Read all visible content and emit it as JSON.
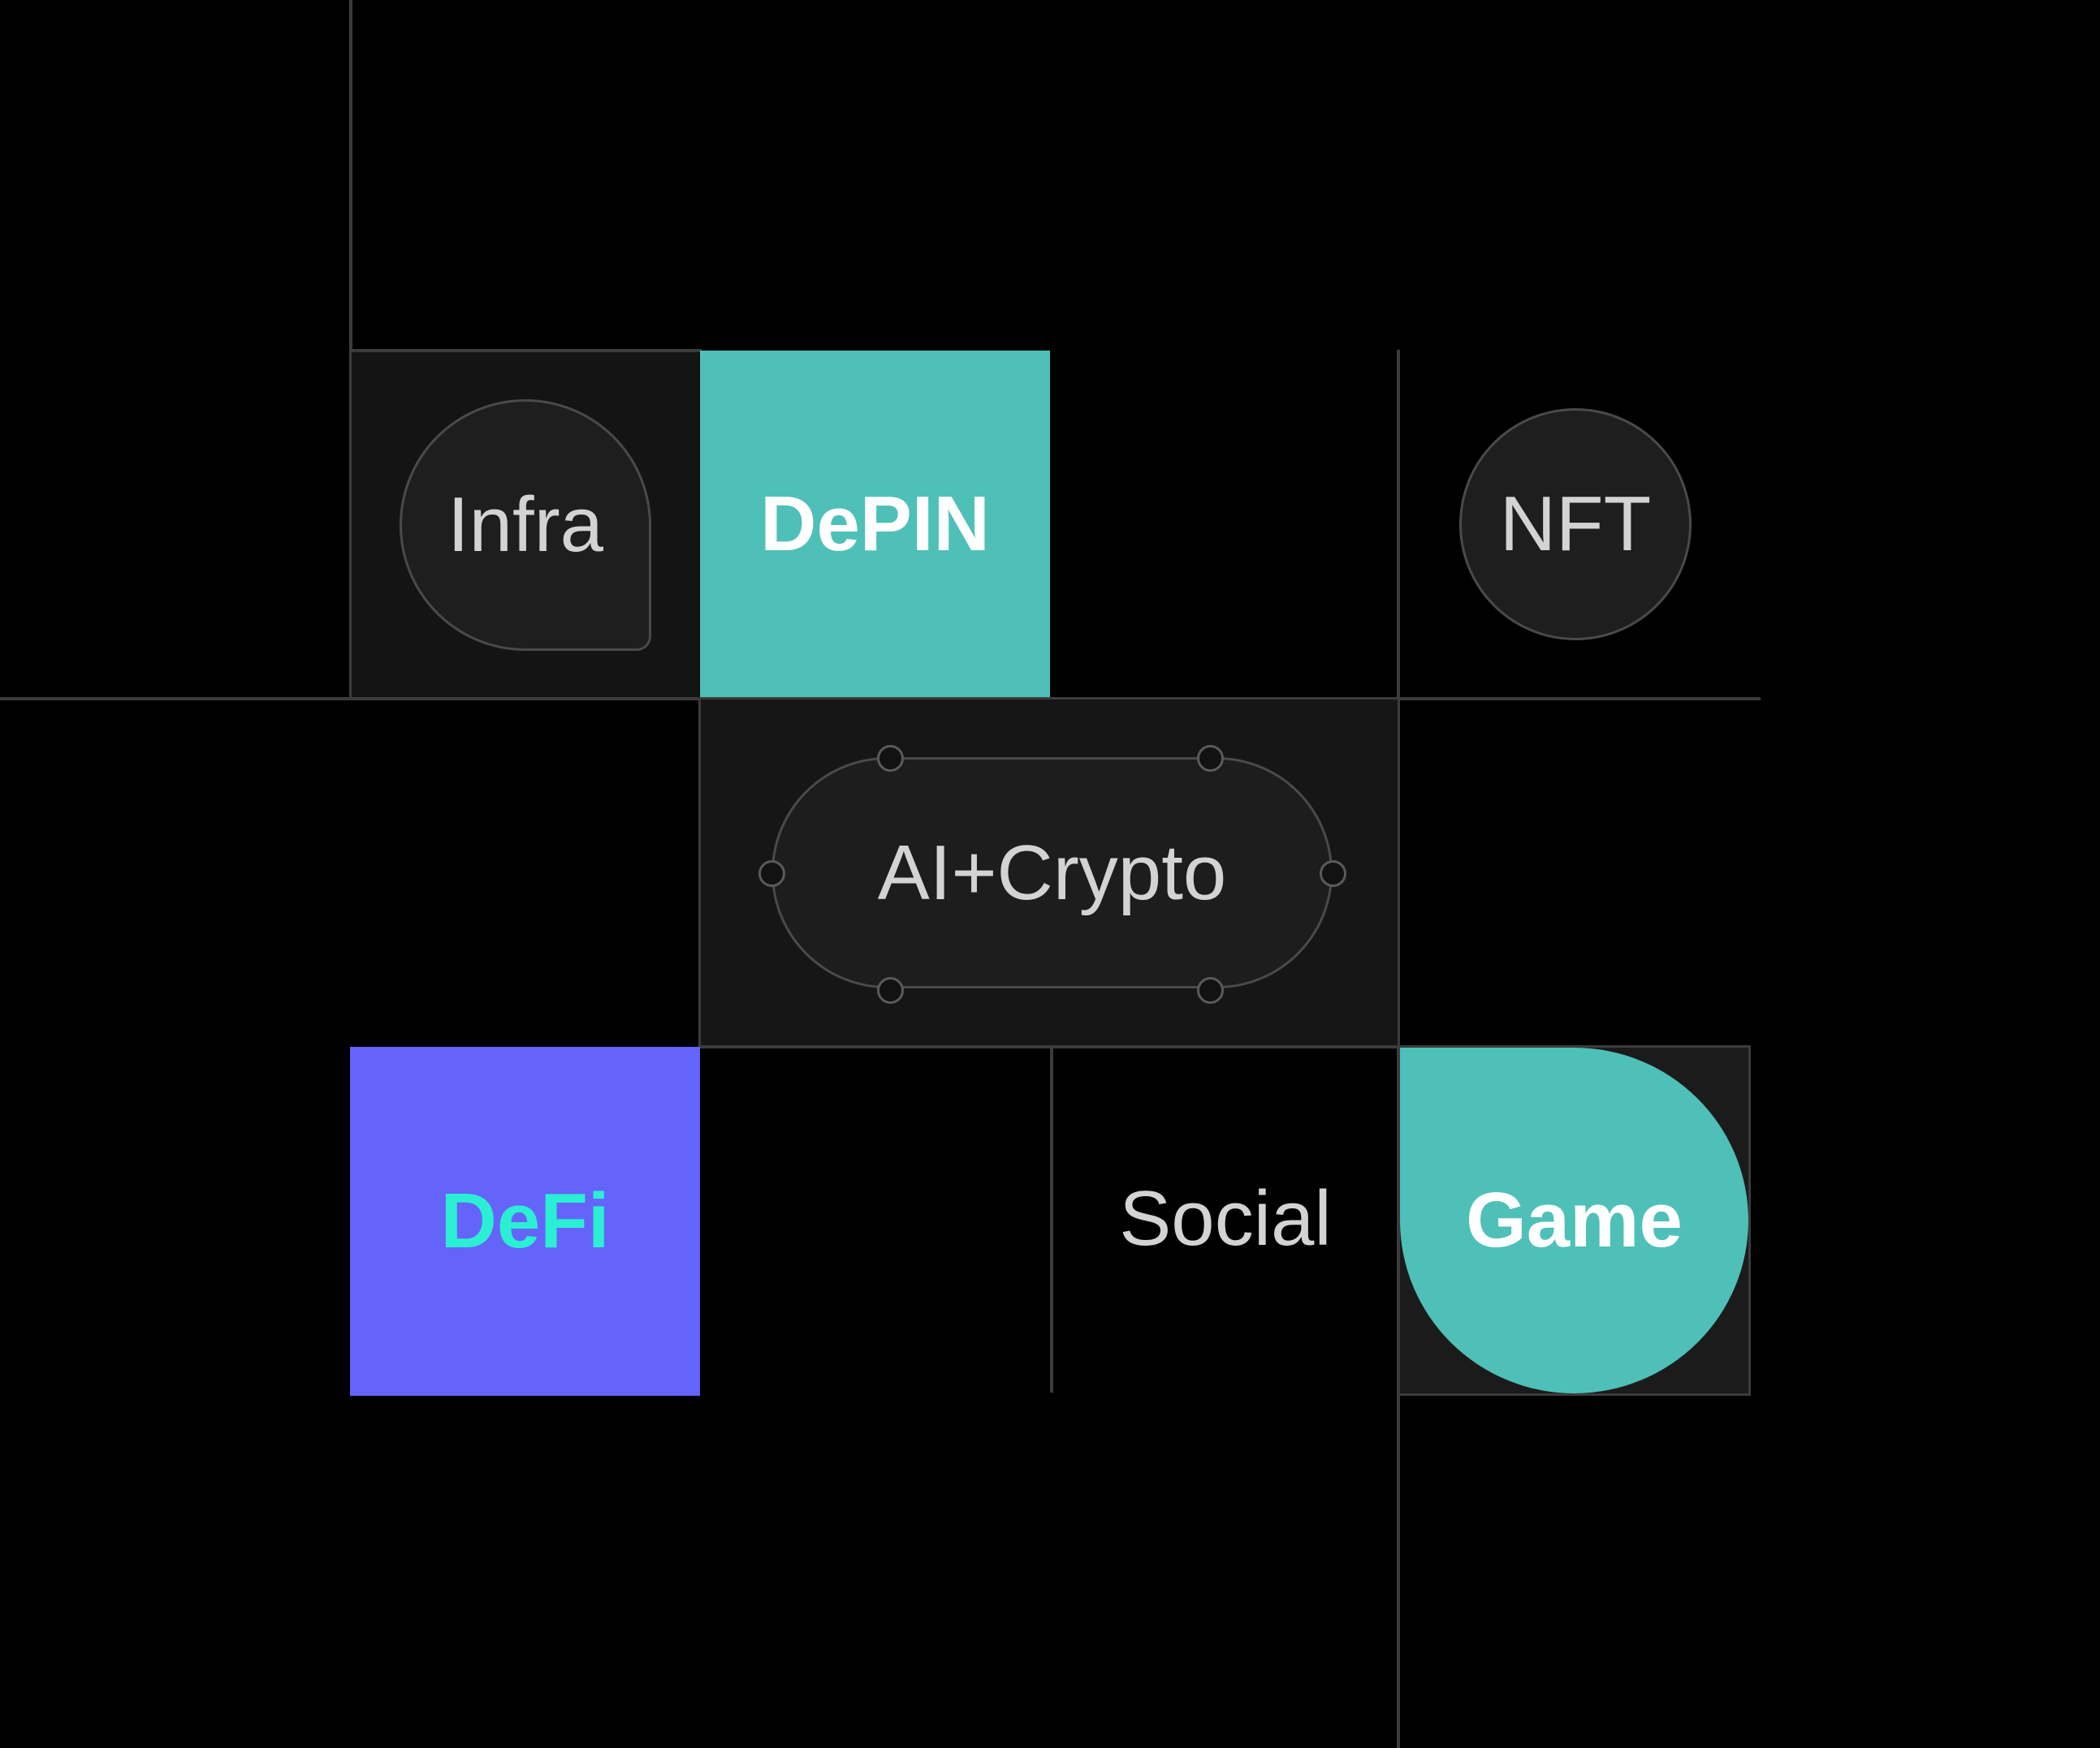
{
  "canvas": {
    "background": "#000000",
    "grid_line_color": "#3C3C3C"
  },
  "tiles": {
    "infra": {
      "label": "Infra",
      "shape": "teardrop-bottom-right",
      "fill": "#1E1E1E",
      "stroke": "#4A4A4A",
      "cell_fill": "#141414",
      "text_color": "#D3D3D3"
    },
    "depin": {
      "label": "DePIN",
      "shape": "square",
      "fill": "#4EC0B8",
      "text_color": "#FFFFFF"
    },
    "nft": {
      "label": "NFT",
      "shape": "circle",
      "fill": "#1E1E1E",
      "stroke": "#4A4A4A",
      "text_color": "#D3D3D3"
    },
    "ai_crypto": {
      "label": "AI+Crypto",
      "shape": "pill",
      "fill": "#1D1D1D",
      "stroke": "#4A4A4A",
      "text_color": "#D3D3D3",
      "selected": true,
      "selection_handle_count": 6,
      "handle_stroke": "#5A5A5A"
    },
    "defi": {
      "label": "DeFi",
      "shape": "square",
      "fill": "#6464FB",
      "text_color": "#2BEFD2"
    },
    "social": {
      "label": "Social",
      "shape": "text-only",
      "text_color": "#D3D3D3"
    },
    "game": {
      "label": "Game",
      "shape": "leaf-sharp-top-left",
      "fill": "#4EC0B8",
      "cell_fill": "#1B1B1B",
      "text_color": "#FFFFFF"
    }
  }
}
